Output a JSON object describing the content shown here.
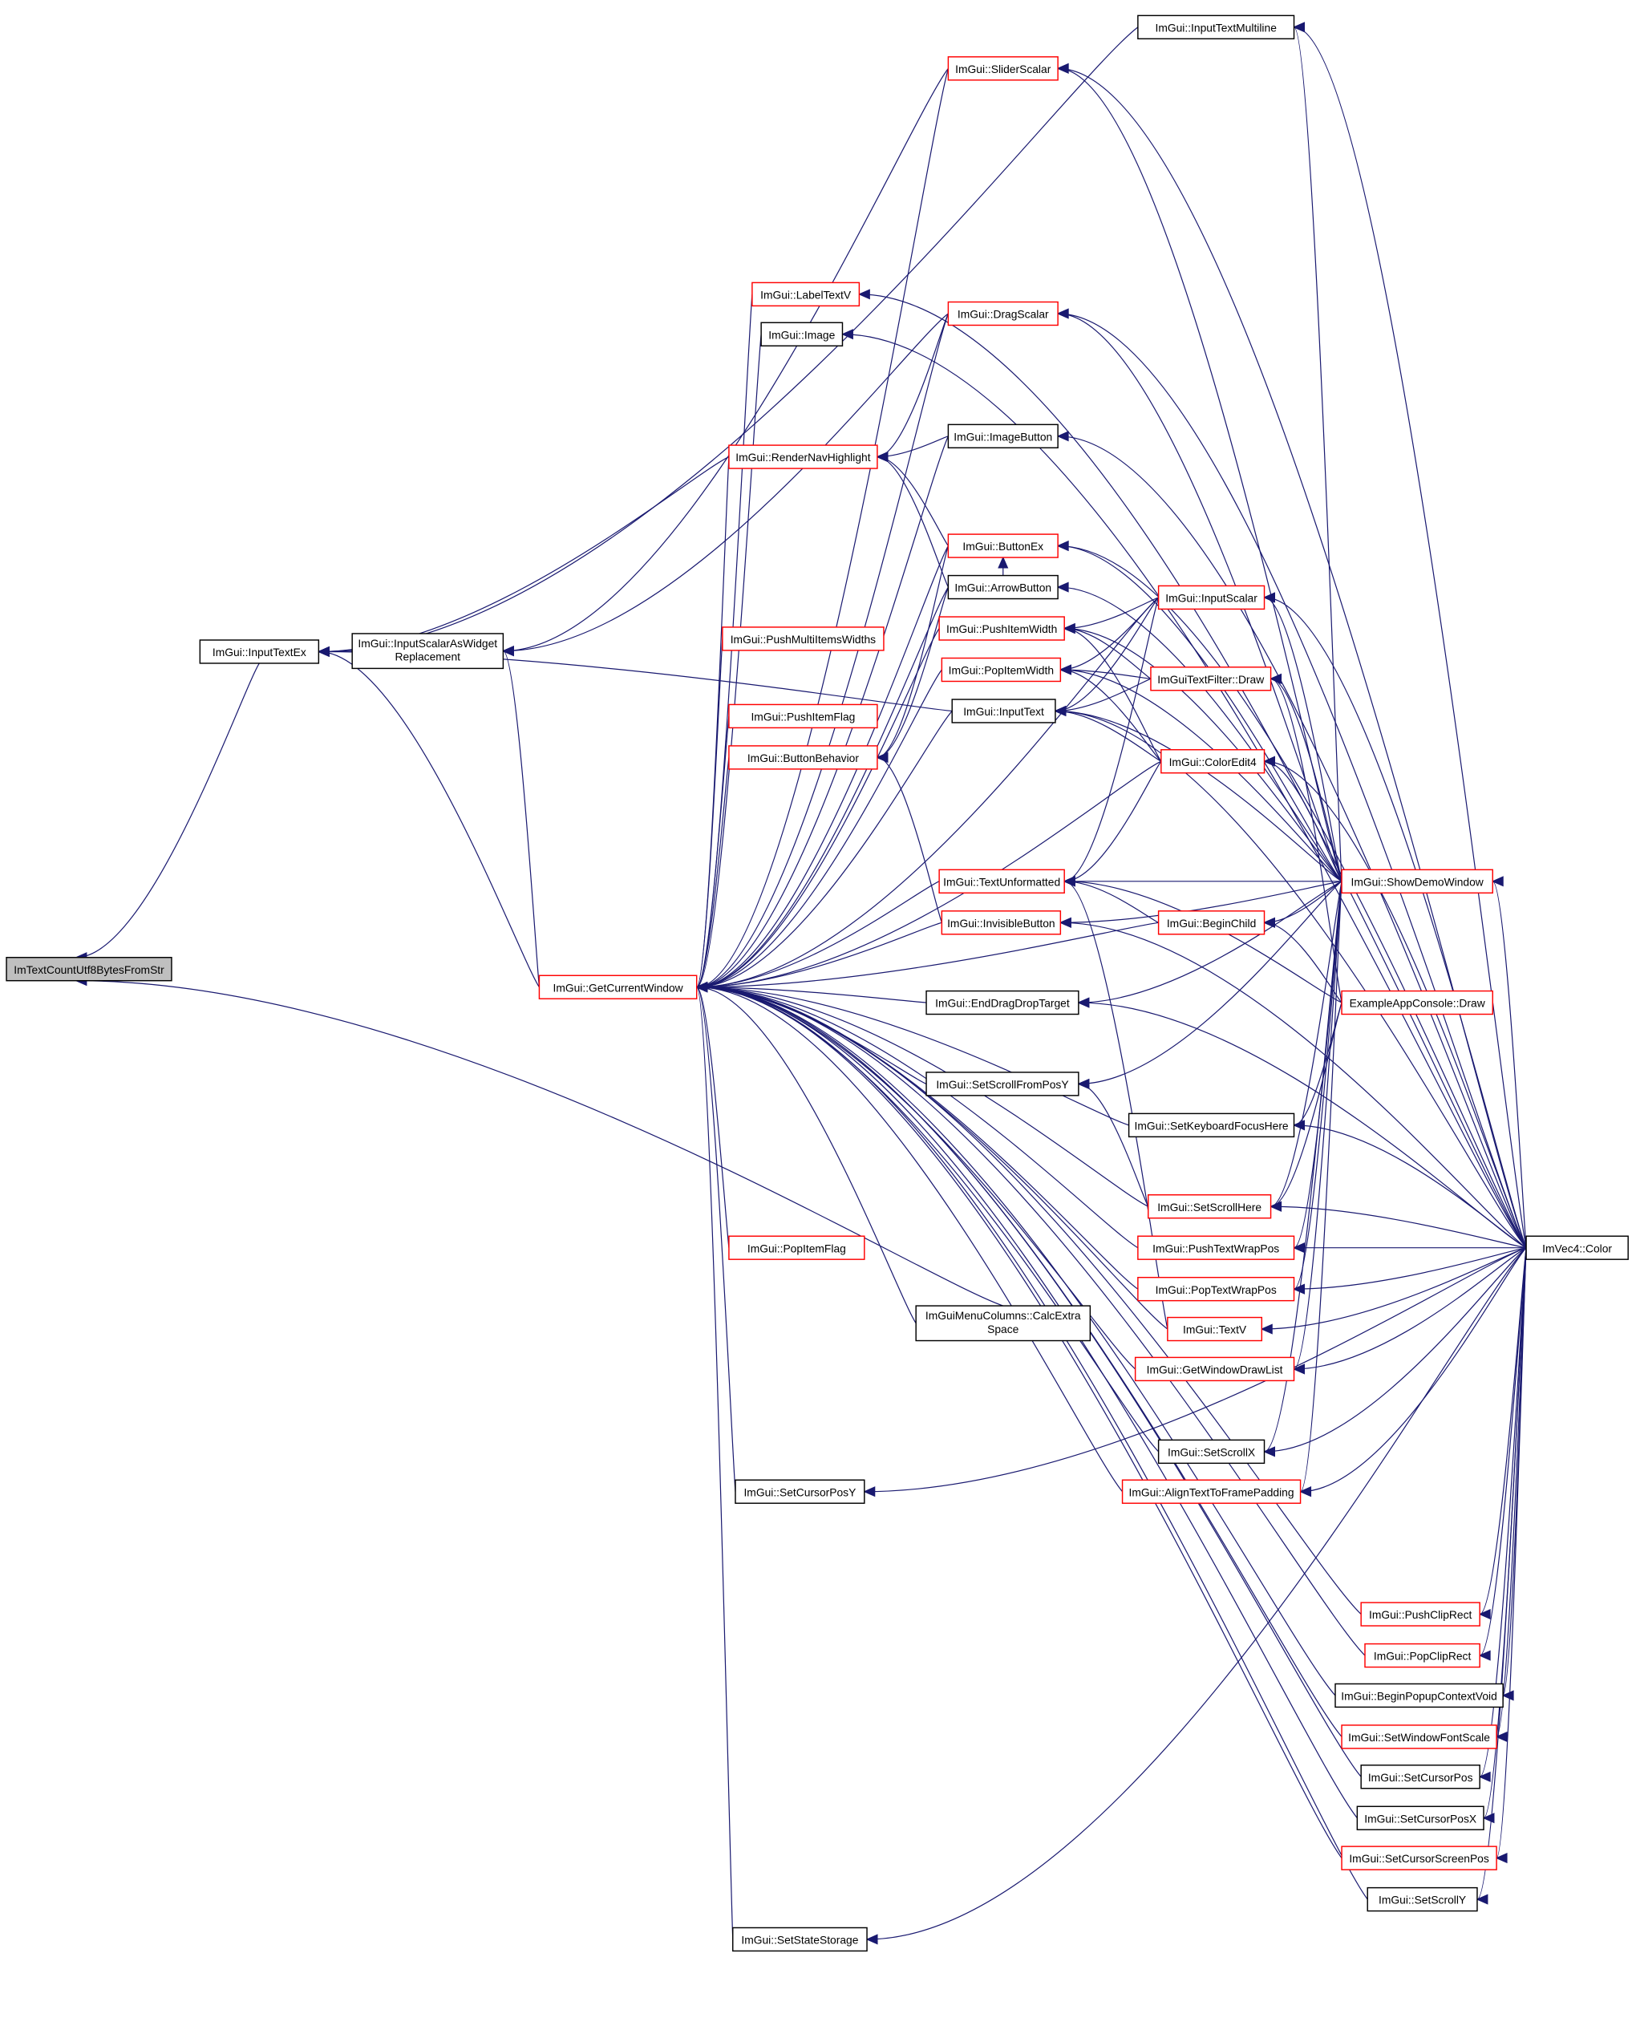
{
  "graph": {
    "type": "caller-graph",
    "colors": {
      "edge": "#191970",
      "highlight_fill": "#bfbfbf",
      "default_border": "#000000",
      "partial_border": "#ff0000"
    },
    "nodes": [
      {
        "lines": [
          "ImTextCountUtf8BytesFromStr"
        ],
        "border": "black",
        "focus": true
      },
      {
        "lines": [
          "ImGui::InputTextEx"
        ],
        "border": "black"
      },
      {
        "lines": [
          "ImGui::InputScalarAsWidget",
          "Replacement"
        ],
        "border": "black"
      },
      {
        "lines": [
          "ImGui::GetCurrentWindow"
        ],
        "border": "red"
      },
      {
        "lines": [
          "ImGui::InputTextMultiline"
        ],
        "border": "black"
      },
      {
        "lines": [
          "ImGui::SliderScalar"
        ],
        "border": "red"
      },
      {
        "lines": [
          "ImGui::LabelTextV"
        ],
        "border": "red"
      },
      {
        "lines": [
          "ImGui::DragScalar"
        ],
        "border": "red"
      },
      {
        "lines": [
          "ImGui::Image"
        ],
        "border": "black"
      },
      {
        "lines": [
          "ImGui::ImageButton"
        ],
        "border": "black"
      },
      {
        "lines": [
          "ImGui::RenderNavHighlight"
        ],
        "border": "red"
      },
      {
        "lines": [
          "ImGui::ButtonEx"
        ],
        "border": "red"
      },
      {
        "lines": [
          "ImGui::ArrowButton"
        ],
        "border": "black"
      },
      {
        "lines": [
          "ImGui::PushItemWidth"
        ],
        "border": "red"
      },
      {
        "lines": [
          "ImGui::PushMultiItemsWidths"
        ],
        "border": "red"
      },
      {
        "lines": [
          "ImGui::PopItemWidth"
        ],
        "border": "red"
      },
      {
        "lines": [
          "ImGui::InputText"
        ],
        "border": "black"
      },
      {
        "lines": [
          "ImGui::PushItemFlag"
        ],
        "border": "red"
      },
      {
        "lines": [
          "ImGui::ButtonBehavior"
        ],
        "border": "red"
      },
      {
        "lines": [
          "ImGui::InputScalar"
        ],
        "border": "red"
      },
      {
        "lines": [
          "ImGuiTextFilter::Draw"
        ],
        "border": "red"
      },
      {
        "lines": [
          "ImGui::ColorEdit4"
        ],
        "border": "red"
      },
      {
        "lines": [
          "ImGui::TextUnformatted"
        ],
        "border": "red"
      },
      {
        "lines": [
          "ImGui::InvisibleButton"
        ],
        "border": "red"
      },
      {
        "lines": [
          "ImGui::ShowDemoWindow"
        ],
        "border": "red"
      },
      {
        "lines": [
          "ImGui::BeginChild"
        ],
        "border": "red"
      },
      {
        "lines": [
          "ImGui::EndDragDropTarget"
        ],
        "border": "black"
      },
      {
        "lines": [
          "ExampleAppConsole::Draw"
        ],
        "border": "red"
      },
      {
        "lines": [
          "ImGui::SetScrollFromPosY"
        ],
        "border": "black"
      },
      {
        "lines": [
          "ImGui::SetKeyboardFocusHere"
        ],
        "border": "black"
      },
      {
        "lines": [
          "ImGui::SetScrollHere"
        ],
        "border": "red"
      },
      {
        "lines": [
          "ImGui::PopItemFlag"
        ],
        "border": "red"
      },
      {
        "lines": [
          "ImGui::PushTextWrapPos"
        ],
        "border": "red"
      },
      {
        "lines": [
          "ImVec4::Color"
        ],
        "border": "black"
      },
      {
        "lines": [
          "ImGui::PopTextWrapPos"
        ],
        "border": "red"
      },
      {
        "lines": [
          "ImGuiMenuColumns::CalcExtra",
          "Space"
        ],
        "border": "black"
      },
      {
        "lines": [
          "ImGui::TextV"
        ],
        "border": "red"
      },
      {
        "lines": [
          "ImGui::GetWindowDrawList"
        ],
        "border": "red"
      },
      {
        "lines": [
          "ImGui::SetScrollX"
        ],
        "border": "black"
      },
      {
        "lines": [
          "ImGui::SetCursorPosY"
        ],
        "border": "black"
      },
      {
        "lines": [
          "ImGui::AlignTextToFramePadding"
        ],
        "border": "red"
      },
      {
        "lines": [
          "ImGui::PushClipRect"
        ],
        "border": "red"
      },
      {
        "lines": [
          "ImGui::PopClipRect"
        ],
        "border": "red"
      },
      {
        "lines": [
          "ImGui::BeginPopupContextVoid"
        ],
        "border": "black"
      },
      {
        "lines": [
          "ImGui::SetWindowFontScale"
        ],
        "border": "red"
      },
      {
        "lines": [
          "ImGui::SetCursorPos"
        ],
        "border": "black"
      },
      {
        "lines": [
          "ImGui::SetCursorPosX"
        ],
        "border": "black"
      },
      {
        "lines": [
          "ImGui::SetCursorScreenPos"
        ],
        "border": "red"
      },
      {
        "lines": [
          "ImGui::SetScrollY"
        ],
        "border": "black"
      },
      {
        "lines": [
          "ImGui::SetStateStorage"
        ],
        "border": "black"
      }
    ],
    "edges": [
      [
        1,
        0
      ],
      [
        35,
        0
      ],
      [
        4,
        1
      ],
      [
        2,
        1
      ],
      [
        3,
        1
      ],
      [
        10,
        1
      ],
      [
        16,
        1
      ],
      [
        5,
        2
      ],
      [
        7,
        2
      ],
      [
        3,
        2
      ],
      [
        6,
        3
      ],
      [
        8,
        3
      ],
      [
        7,
        3
      ],
      [
        9,
        3
      ],
      [
        10,
        3
      ],
      [
        11,
        3
      ],
      [
        12,
        3
      ],
      [
        14,
        3
      ],
      [
        17,
        3
      ],
      [
        18,
        3
      ],
      [
        19,
        3
      ],
      [
        22,
        3
      ],
      [
        23,
        3
      ],
      [
        25,
        3
      ],
      [
        28,
        3
      ],
      [
        29,
        3
      ],
      [
        30,
        3
      ],
      [
        31,
        3
      ],
      [
        32,
        3
      ],
      [
        34,
        3
      ],
      [
        35,
        3
      ],
      [
        36,
        3
      ],
      [
        37,
        3
      ],
      [
        38,
        3
      ],
      [
        39,
        3
      ],
      [
        40,
        3
      ],
      [
        41,
        3
      ],
      [
        42,
        3
      ],
      [
        43,
        3
      ],
      [
        44,
        3
      ],
      [
        45,
        3
      ],
      [
        46,
        3
      ],
      [
        47,
        3
      ],
      [
        48,
        3
      ],
      [
        49,
        3
      ],
      [
        5,
        3
      ],
      [
        16,
        3
      ],
      [
        13,
        3
      ],
      [
        15,
        3
      ],
      [
        21,
        3
      ],
      [
        26,
        3
      ],
      [
        33,
        4
      ],
      [
        24,
        4
      ],
      [
        33,
        5
      ],
      [
        24,
        5
      ],
      [
        33,
        6
      ],
      [
        33,
        7
      ],
      [
        24,
        7
      ],
      [
        33,
        8
      ],
      [
        9,
        10
      ],
      [
        7,
        10
      ],
      [
        11,
        10
      ],
      [
        12,
        10
      ],
      [
        33,
        9
      ],
      [
        12,
        11
      ],
      [
        24,
        11
      ],
      [
        33,
        11
      ],
      [
        24,
        12
      ],
      [
        19,
        13
      ],
      [
        20,
        13
      ],
      [
        21,
        13
      ],
      [
        24,
        13
      ],
      [
        19,
        15
      ],
      [
        20,
        15
      ],
      [
        21,
        15
      ],
      [
        24,
        15
      ],
      [
        19,
        16
      ],
      [
        20,
        16
      ],
      [
        21,
        16
      ],
      [
        24,
        16
      ],
      [
        33,
        16
      ],
      [
        11,
        18
      ],
      [
        12,
        18
      ],
      [
        23,
        18
      ],
      [
        24,
        19
      ],
      [
        33,
        19
      ],
      [
        24,
        20
      ],
      [
        27,
        20
      ],
      [
        24,
        21
      ],
      [
        33,
        21
      ],
      [
        19,
        22
      ],
      [
        21,
        22
      ],
      [
        24,
        22
      ],
      [
        27,
        22
      ],
      [
        25,
        22
      ],
      [
        36,
        22
      ],
      [
        24,
        23
      ],
      [
        33,
        23
      ],
      [
        33,
        24
      ],
      [
        24,
        25
      ],
      [
        27,
        25
      ],
      [
        24,
        26
      ],
      [
        33,
        26
      ],
      [
        24,
        28
      ],
      [
        30,
        28
      ],
      [
        33,
        29
      ],
      [
        27,
        29
      ],
      [
        24,
        30
      ],
      [
        27,
        30
      ],
      [
        33,
        30
      ],
      [
        24,
        32
      ],
      [
        33,
        32
      ],
      [
        24,
        34
      ],
      [
        33,
        34
      ],
      [
        33,
        36
      ],
      [
        24,
        37
      ],
      [
        33,
        37
      ],
      [
        24,
        38
      ],
      [
        33,
        38
      ],
      [
        33,
        39
      ],
      [
        24,
        40
      ],
      [
        33,
        40
      ],
      [
        33,
        41
      ],
      [
        33,
        42
      ],
      [
        33,
        43
      ],
      [
        33,
        44
      ],
      [
        33,
        45
      ],
      [
        33,
        46
      ],
      [
        33,
        47
      ],
      [
        33,
        48
      ],
      [
        33,
        49
      ]
    ]
  }
}
